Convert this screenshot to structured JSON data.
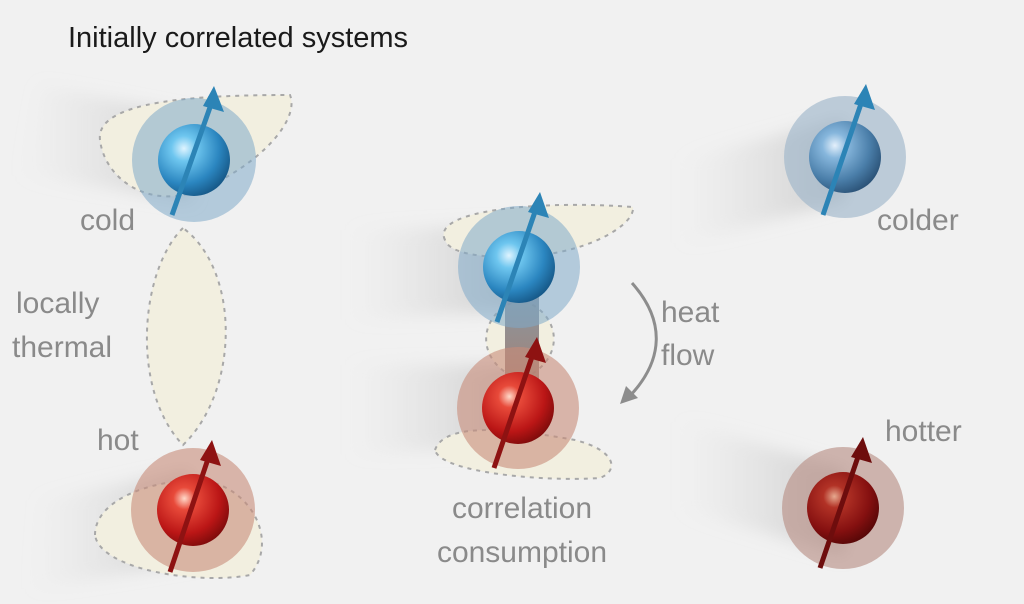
{
  "title": "Initially correlated systems",
  "labels": {
    "cold": "cold",
    "locally": "locally",
    "thermal": "thermal",
    "hot": "hot",
    "heat": "heat",
    "flow": "flow",
    "correlation": "correlation",
    "consumption": "consumption",
    "colder": "colder",
    "hotter": "hotter"
  },
  "colors": {
    "cold_spin": "#2f8fc4",
    "colder_spin": "#4f82ad",
    "hot_spin": "#c21d1d",
    "hotter_spin": "#8f1414",
    "correlation_fill": "#f2efe0",
    "correlation_stroke": "#a8a8a8"
  }
}
